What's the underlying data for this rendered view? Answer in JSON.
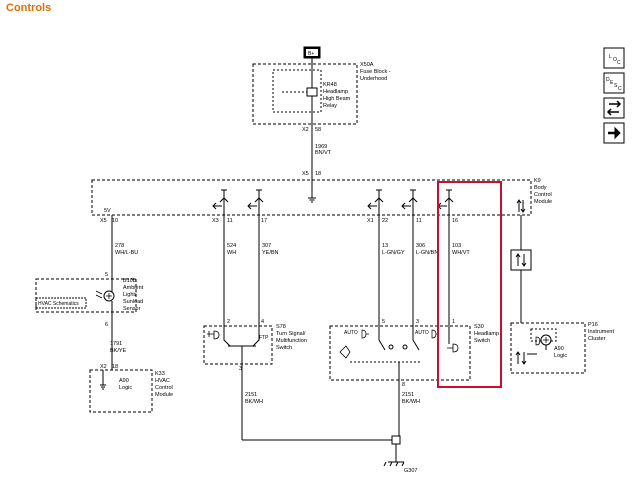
{
  "header": {
    "title": "Controls"
  },
  "nav_icons": {
    "loc": [
      "L",
      "O",
      "C"
    ],
    "desc": [
      "D",
      "E",
      "S",
      "C"
    ],
    "icons": [
      "location-icon",
      "description-icon",
      "swap-arrows-icon",
      "next-arrow-icon"
    ]
  },
  "components": {
    "battery": "B+",
    "fuse_block": {
      "id": "X50A",
      "name": [
        "Fuse Block -",
        "Underhood"
      ]
    },
    "relay": {
      "id": "KR48",
      "name": [
        "Headlamp",
        "High Beam",
        "Relay"
      ]
    },
    "fuse_conn": {
      "conn": "X2",
      "pin": "58"
    },
    "w1969": {
      "circuit": "1969",
      "color": "BN/VT"
    },
    "bcm_conn": {
      "conn": "X5",
      "pin": "18"
    },
    "bcm": {
      "id": "K9",
      "name": [
        "Body",
        "Control",
        "Module"
      ]
    },
    "ref_5v": "5V",
    "pins": {
      "p10": {
        "conn": "X5",
        "pin": "10"
      },
      "p11": {
        "conn": "X3",
        "pin": "11"
      },
      "p17": {
        "conn": "",
        "pin": "17"
      },
      "p22": {
        "conn": "X1",
        "pin": "22"
      },
      "p11b": {
        "conn": "",
        "pin": "11"
      },
      "p16": {
        "conn": "",
        "pin": "16"
      }
    },
    "w278": {
      "circuit": "278",
      "color": "WH/L-BU"
    },
    "w524": {
      "circuit": "524",
      "color": "WH"
    },
    "w307": {
      "circuit": "307",
      "color": "YE/BN"
    },
    "w13": {
      "circuit": "13",
      "color": "L-GN/GY"
    },
    "w306": {
      "circuit": "306",
      "color": "L-GN/BN"
    },
    "w103": {
      "circuit": "103",
      "color": "WH/VT"
    },
    "sensor": {
      "id": "B10B",
      "name": [
        "Ambient",
        "Light/",
        "Sunload",
        "Sensor"
      ],
      "pin_top": "5",
      "pin_bottom": "6",
      "hvac_ref": "HVAC Schematics"
    },
    "w1791": {
      "circuit": "1791",
      "color": "BK/YE"
    },
    "hvac": {
      "id": "K33",
      "name": [
        "HVAC",
        "Control",
        "Module"
      ],
      "conn": "X2",
      "pin": "18",
      "logic": [
        "A90",
        "Logic"
      ]
    },
    "turn_switch": {
      "id": "S78",
      "name": [
        "Turn Signal/",
        "Multifunction",
        "Switch"
      ],
      "pin_a": "2",
      "pin_b": "4",
      "pin_c": "3",
      "ftp": "FTP"
    },
    "headlamp_switch": {
      "id": "S30",
      "name": [
        "Headlamp",
        "Switch"
      ],
      "pin_a": "5",
      "pin_b": "3",
      "pin_c": "1",
      "pin_d": "8",
      "auto": "AUTO"
    },
    "cluster": {
      "id": "P16",
      "name": [
        "Instrument",
        "Cluster"
      ],
      "logic": [
        "A90",
        "Logic"
      ]
    },
    "w2151a": {
      "circuit": "2151",
      "color": "BK/WH"
    },
    "w2151b": {
      "circuit": "2151",
      "color": "BK/WH"
    },
    "ground": "G307"
  },
  "highlight_color": "#c8102e"
}
